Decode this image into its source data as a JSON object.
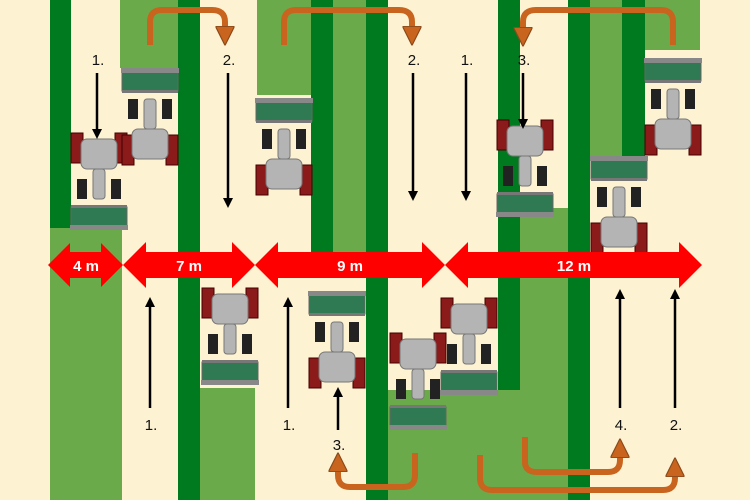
{
  "colors": {
    "background": "#fdf2d2",
    "dark_green": "#007a1f",
    "light_green": "#6aaa4a",
    "arrow_red": "#ff0000",
    "turn_orange": "#c8641e"
  },
  "widths": [
    "4 m",
    "7 m",
    "9 m",
    "12 m"
  ],
  "steps": {
    "w4_down": "1.",
    "w7_down": "2.",
    "w7_up": "1.",
    "w9_down": "2.",
    "w9_up_a": "1.",
    "w9_up_b": "3.",
    "w12_down_a": "1.",
    "w12_down_b": "3.",
    "w12_up_a": "4.",
    "w12_up_b": "2."
  }
}
